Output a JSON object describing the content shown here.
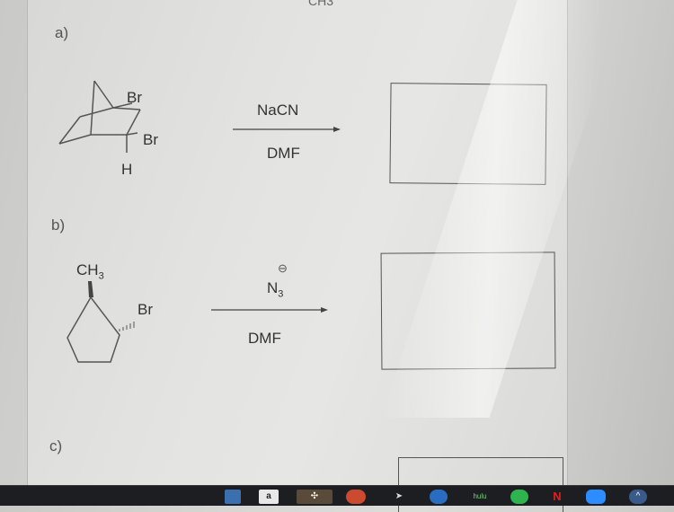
{
  "top_cut_text": "CH3",
  "questions": [
    {
      "label": "a)",
      "substituents": {
        "br_top": "Br",
        "br_right": "Br",
        "h": "H"
      },
      "reagent_above": "NaCN",
      "reagent_below": "DMF"
    },
    {
      "label": "b)",
      "substituents": {
        "ch3": "CH3",
        "ch3_sub": "3",
        "br": "Br"
      },
      "reagent_above": "N",
      "reagent_above_sub": "3",
      "reagent_charge": "⊖",
      "reagent_below": "DMF"
    },
    {
      "label": "c)"
    }
  ],
  "taskbar": {
    "icons": [
      "folder-icon",
      "word-icon",
      "chrome-icon",
      "cursor-icon",
      "edge-icon",
      "hulu-icon",
      "spotify-icon",
      "netflix-icon",
      "zoom-icon",
      "chevron-up-icon"
    ],
    "letter_icon_text": "a",
    "hulu_text": "hulu",
    "netflix_text": "N"
  }
}
